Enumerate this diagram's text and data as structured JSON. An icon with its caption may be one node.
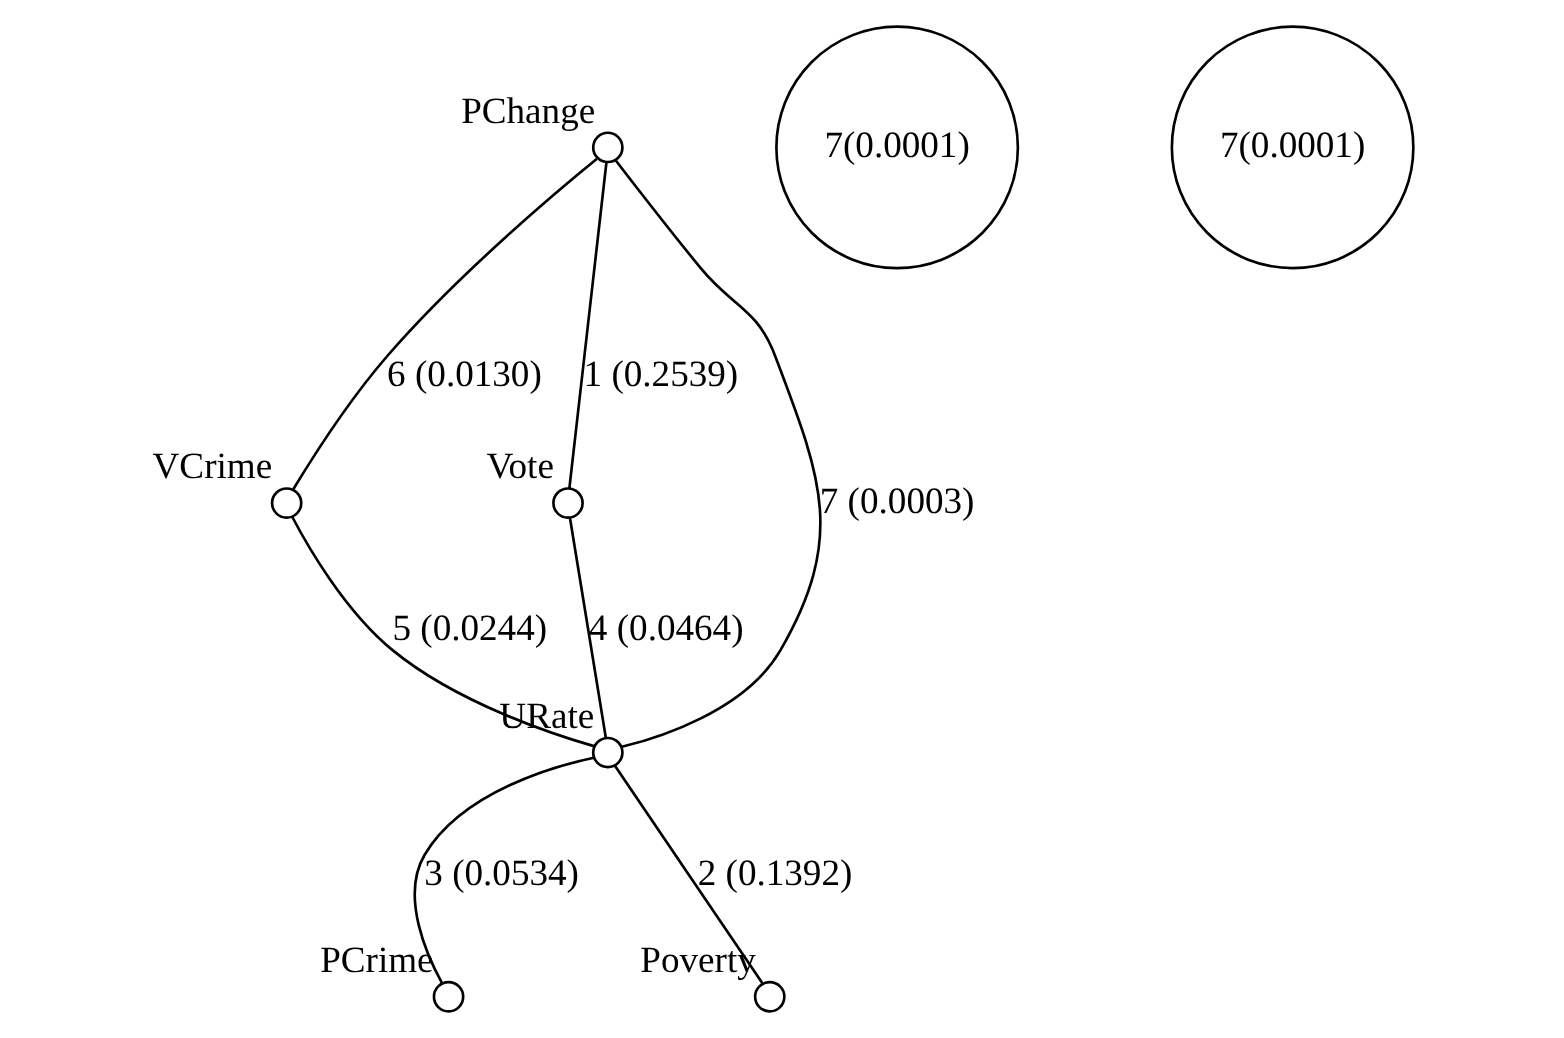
{
  "diagram": {
    "nodes": [
      {
        "text": [],
        "shape": "circle",
        "beside": [
          "PChange"
        ]
      },
      {
        "text": [],
        "shape": "circle",
        "beside": [
          "VCrime"
        ]
      },
      {
        "text": [
          "7(0.0001)"
        ]
      },
      {
        "text": [],
        "shape": "circle",
        "beside": [
          "Vote"
        ]
      },
      {
        "text": [
          "7(0.0001)"
        ]
      },
      {
        "text": [],
        "shape": "circle",
        "beside": [
          "PCrime"
        ]
      },
      {
        "text": [],
        "shape": "circle",
        "beside": [
          "URate"
        ]
      },
      {
        "text": [],
        "shape": "circle",
        "beside": [
          "Poverty"
        ]
      }
    ],
    "edges": [
      {
        "from": 0,
        "to": 1,
        "arrow": "none",
        "label": "6 (0.0130)"
      },
      {
        "from": 0,
        "to": 3,
        "arrow": "none",
        "label": "1 (0.2539)"
      },
      {
        "from": 0,
        "to": 6,
        "arrow": "none",
        "label": "7 (0.0003)"
      },
      {
        "from": 1,
        "to": 6,
        "arrow": "none",
        "label": "5 (0.0244)"
      },
      {
        "from": 3,
        "to": 6,
        "arrow": "none",
        "label": "4 (0.0464)"
      },
      {
        "from": 6,
        "to": 5,
        "arrow": "none",
        "label": "3 (0.0534)"
      },
      {
        "from": 6,
        "to": 7,
        "arrow": "none",
        "label": "2 (0.1392)"
      }
    ]
  }
}
